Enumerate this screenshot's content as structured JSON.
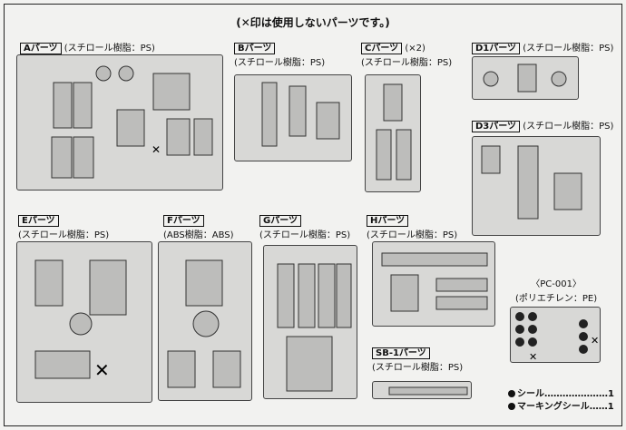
{
  "note": "(✕印は使用しないパーツです。)",
  "parts": [
    {
      "id": "A",
      "title": "Aパーツ",
      "material": "(スチロール樹脂：PS)"
    },
    {
      "id": "B",
      "title": "Bパーツ",
      "material": "(スチロール樹脂：PS)"
    },
    {
      "id": "C",
      "title": "Cパーツ",
      "count": "(×2)",
      "material": "(スチロール樹脂：PS)"
    },
    {
      "id": "D1",
      "title": "D1パーツ",
      "material": "(スチロール樹脂：PS)"
    },
    {
      "id": "D3",
      "title": "D3パーツ",
      "material": "(スチロール樹脂：PS)"
    },
    {
      "id": "E",
      "title": "Eパーツ",
      "material": "(スチロール樹脂：PS)"
    },
    {
      "id": "F",
      "title": "Fパーツ",
      "material": "(ABS樹脂：ABS)"
    },
    {
      "id": "G",
      "title": "Gパーツ",
      "material": "(スチロール樹脂：PS)"
    },
    {
      "id": "H",
      "title": "Hパーツ",
      "material": "(スチロール樹脂：PS)"
    },
    {
      "id": "SB1",
      "title": "SB-1パーツ",
      "material": "(スチロール樹脂：PS)"
    }
  ],
  "pc": {
    "title": "〈PC-001〉",
    "material": "(ポリエチレン：PE)"
  },
  "legend": [
    {
      "label": "シール",
      "dots": "…………………",
      "count": "1"
    },
    {
      "label": "マーキングシール",
      "dots": "……",
      "count": "1"
    }
  ]
}
